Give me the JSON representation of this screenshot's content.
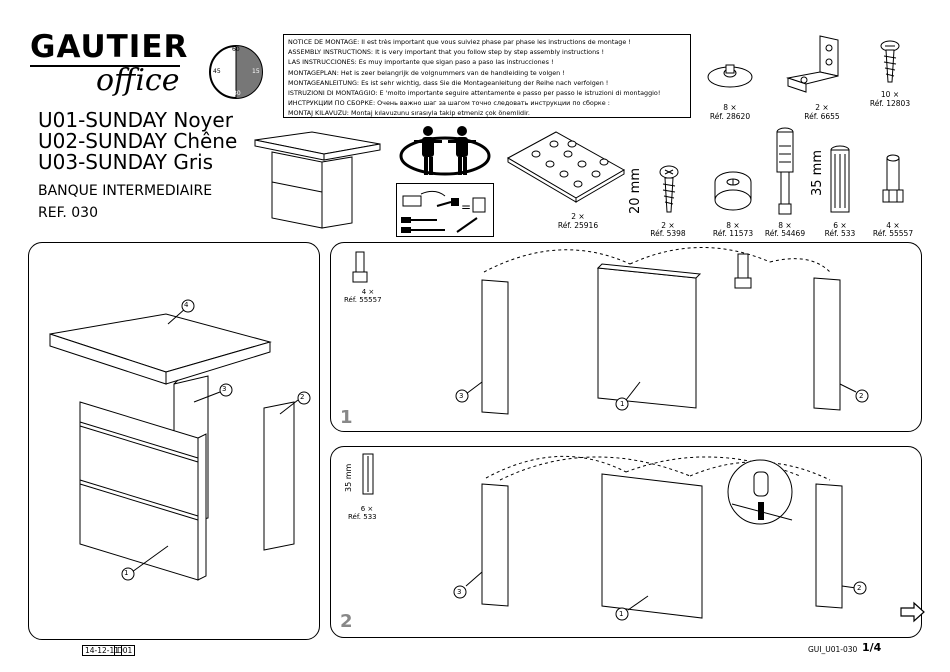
{
  "brand": {
    "name": "GAUTIER",
    "sub": "office"
  },
  "clock": {
    "labels": [
      "60",
      "15",
      "30",
      "45"
    ]
  },
  "models": [
    "U01-SUNDAY Noyer",
    "U02-SUNDAY Chêne",
    "U03-SUNDAY Gris"
  ],
  "product": {
    "name": "BANQUE INTERMEDIAIRE",
    "ref": "REF. 030"
  },
  "notice": [
    "NOTICE DE MONTAGE: Il est très important que vous suiviez phase par phase les instructions de montage !",
    "ASSEMBLY INSTRUCTIONS: It is very important that you follow step by step assembly instructions !",
    "LAS INSTRUCCIONES: Es muy importante que sigan paso a paso las instrucciones !",
    "MONTAGEPLAN: Het is zeer belangrijk de volgnummers van de handleiding te volgen !",
    "MONTAGEANLEITUNG: Es ist sehr wichtig, dass Sie die Montageanleitung der Reihe nach verfolgen !",
    "ISTRUZIONI DI MONTAGGIO: E 'molto importante seguire attentamente e passo per passo le istruzioni di montaggio!",
    "ИНСТРУКЦИИ ПО СБОРКЕ: Очень важно шаг за шагом точно следовать инструкции по сборке :",
    "MONTAJ KILAVUZU: Montaj kılavuzunu sırasıyla takip etmeniz çok önemlidir."
  ],
  "hardware": [
    {
      "qty": "8 ×",
      "ref": "Réf. 28620"
    },
    {
      "qty": "2 ×",
      "ref": "Réf. 6655"
    },
    {
      "qty": "10 ×",
      "ref": "Réf. 12803"
    },
    {
      "qty": "2 ×",
      "ref": "Réf. 25916"
    },
    {
      "qty": "2 ×",
      "ref": "Réf. 5398"
    },
    {
      "qty": "8 ×",
      "ref": "Réf. 11573"
    },
    {
      "qty": "8 ×",
      "ref": "Réf. 54469"
    },
    {
      "qty": "6 ×",
      "ref": "Réf. 533"
    },
    {
      "qty": "4 ×",
      "ref": "Réf. 55557"
    }
  ],
  "dims": {
    "screw": "20 mm",
    "dowel": "35 mm"
  },
  "overview": {
    "labels": [
      "4",
      "3",
      "2",
      "1"
    ]
  },
  "step1": {
    "num": "1",
    "qty": "4 ×",
    "ref": "Réf. 55557",
    "labels": [
      "3",
      "1",
      "2"
    ]
  },
  "step2": {
    "num": "2",
    "dim": "35 mm",
    "qty": "6 ×",
    "ref": "Réf. 533",
    "labels": [
      "3",
      "1",
      "2"
    ]
  },
  "footer": {
    "date": "14-12-11",
    "code": "D01",
    "doc": "GUI_U01-030",
    "page": "1/4"
  }
}
